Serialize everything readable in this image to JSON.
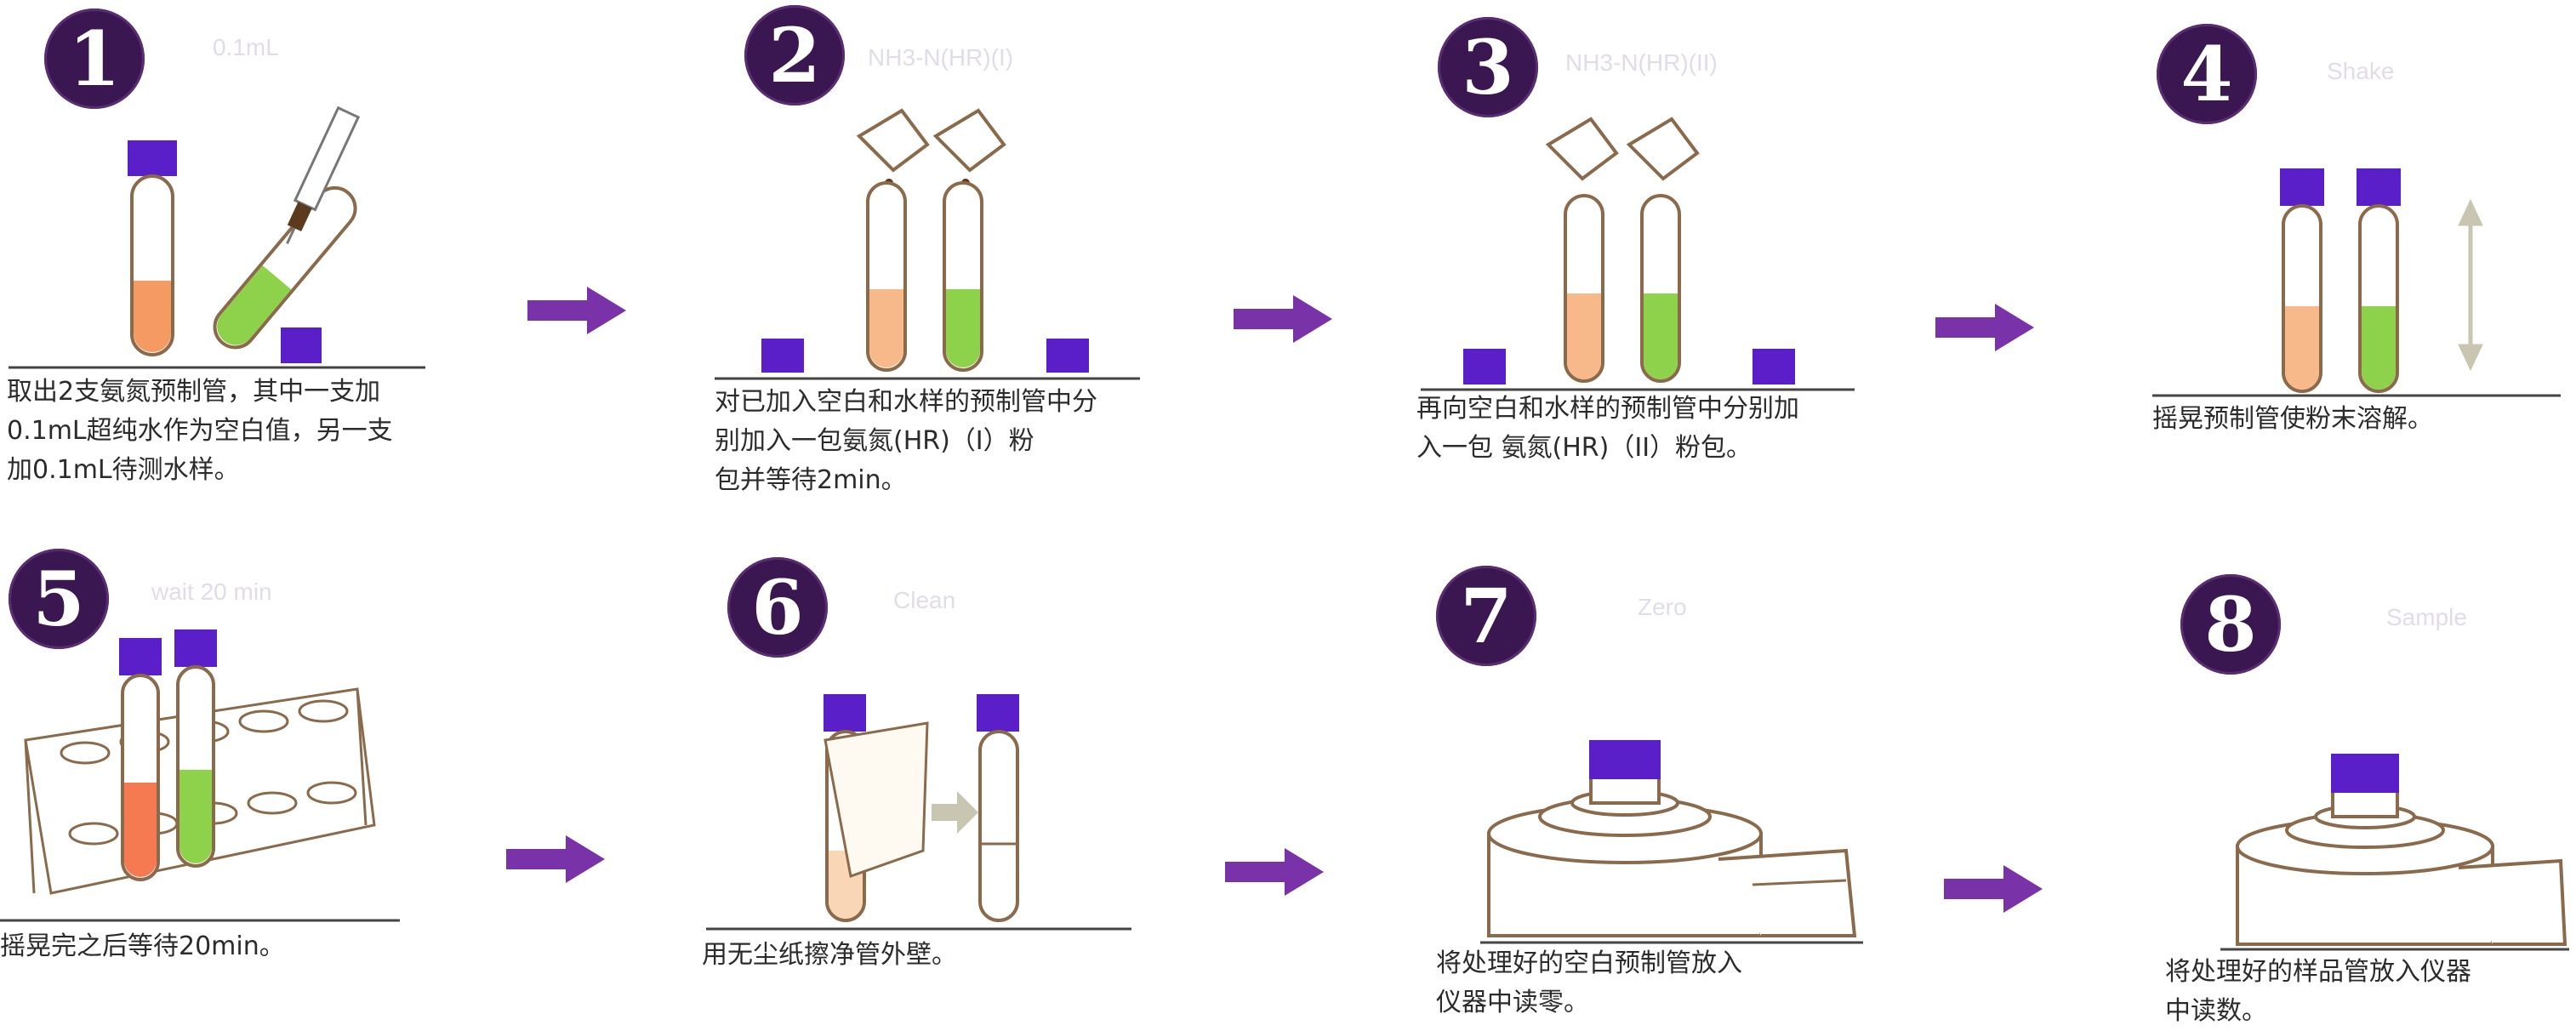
{
  "colors": {
    "accent": "#6a2a9a",
    "cap": "#5a1fc8",
    "blank_liquid": "#f59a63",
    "sample_liquid": "#8ed14a",
    "badge": "#3b1752",
    "arrow": "#7a32a8"
  },
  "steps": [
    {
      "number": "1",
      "label": "0.1mL",
      "caption": "取出2支氨氮预制管，其中一支加\n0.1mL超纯水作为空白值，另一支\n加0.1mL待测水样。"
    },
    {
      "number": "2",
      "label": "NH3-N(HR)(I)",
      "caption": "对已加入空白和水样的预制管中分\n别加入一包氨氮(HR)（Ⅰ）粉\n包并等待2min。"
    },
    {
      "number": "3",
      "label": "NH3-N(HR)(II)",
      "caption": "再向空白和水样的预制管中分别加\n入一包 氨氮(HR)（ⅠⅠ）粉包。"
    },
    {
      "number": "4",
      "label": "Shake",
      "caption": "摇晃预制管使粉末溶解。"
    },
    {
      "number": "5",
      "label": "wait 20 min",
      "caption": "摇晃完之后等待20min。"
    },
    {
      "number": "6",
      "label": "Clean",
      "caption": "用无尘纸擦净管外壁。"
    },
    {
      "number": "7",
      "label": "Zero",
      "caption": "将处理好的空白预制管放入\n仪器中读零。"
    },
    {
      "number": "8",
      "label": "Sample",
      "caption": "将处理好的样品管放入仪器\n中读数。"
    }
  ]
}
